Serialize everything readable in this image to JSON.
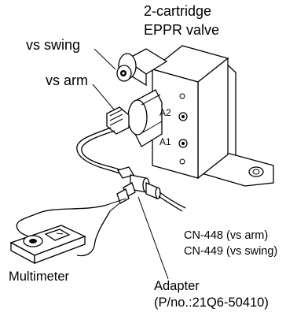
{
  "labels": {
    "valve_title_line1": "2-cartridge",
    "valve_title_line2": "EPPR valve",
    "vs_swing": "vs swing",
    "vs_arm": "vs arm",
    "port_a2": "A2",
    "port_a1": "A1",
    "connector_line1": "CN-448 (vs arm)",
    "connector_line2": "CN-449 (vs swing)",
    "meter": "Multimeter",
    "adapter_line1": "Adapter",
    "adapter_line2": "(P/no.:21Q6-50410)"
  }
}
